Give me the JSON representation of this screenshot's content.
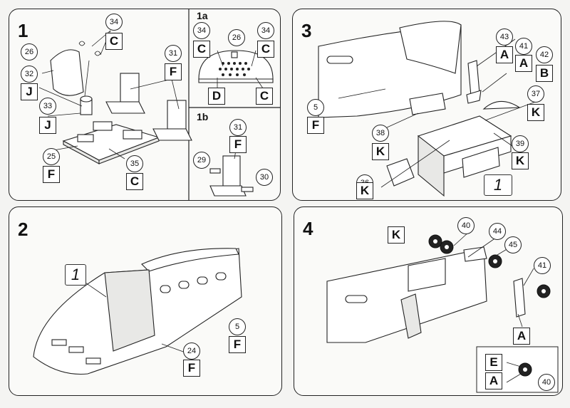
{
  "steps": {
    "s1": "1",
    "s1a": "1a",
    "s1b": "1b",
    "s2": "2",
    "s3": "3",
    "s4": "4"
  },
  "panel1": {
    "parts": [
      "34",
      "26",
      "32",
      "33",
      "25",
      "35",
      "31"
    ],
    "sheets": [
      "C",
      "J",
      "J",
      "F",
      "C",
      "F"
    ]
  },
  "panel1a": {
    "parts": [
      "34",
      "26",
      "34"
    ],
    "sheets": [
      "C",
      "C",
      "D",
      "C"
    ]
  },
  "panel1b": {
    "parts": [
      "31",
      "29",
      "30"
    ],
    "sheets": [
      "F"
    ]
  },
  "panel2": {
    "subassembly": "1",
    "parts": [
      "5",
      "24"
    ],
    "sheets": [
      "F",
      "F"
    ]
  },
  "panel3": {
    "parts": [
      "43",
      "41",
      "42",
      "5",
      "37",
      "38",
      "39",
      "36"
    ],
    "sheets": [
      "A",
      "A",
      "B",
      "F",
      "K",
      "K",
      "K",
      "K"
    ],
    "subassembly": "1"
  },
  "panel4": {
    "parts": [
      "40",
      "44",
      "45",
      "41",
      "40"
    ],
    "sheets": [
      "K",
      "A",
      "E",
      "A"
    ]
  },
  "colors": {
    "line": "#222222",
    "paper": "#fafaf8",
    "background": "#f4f4f2"
  }
}
